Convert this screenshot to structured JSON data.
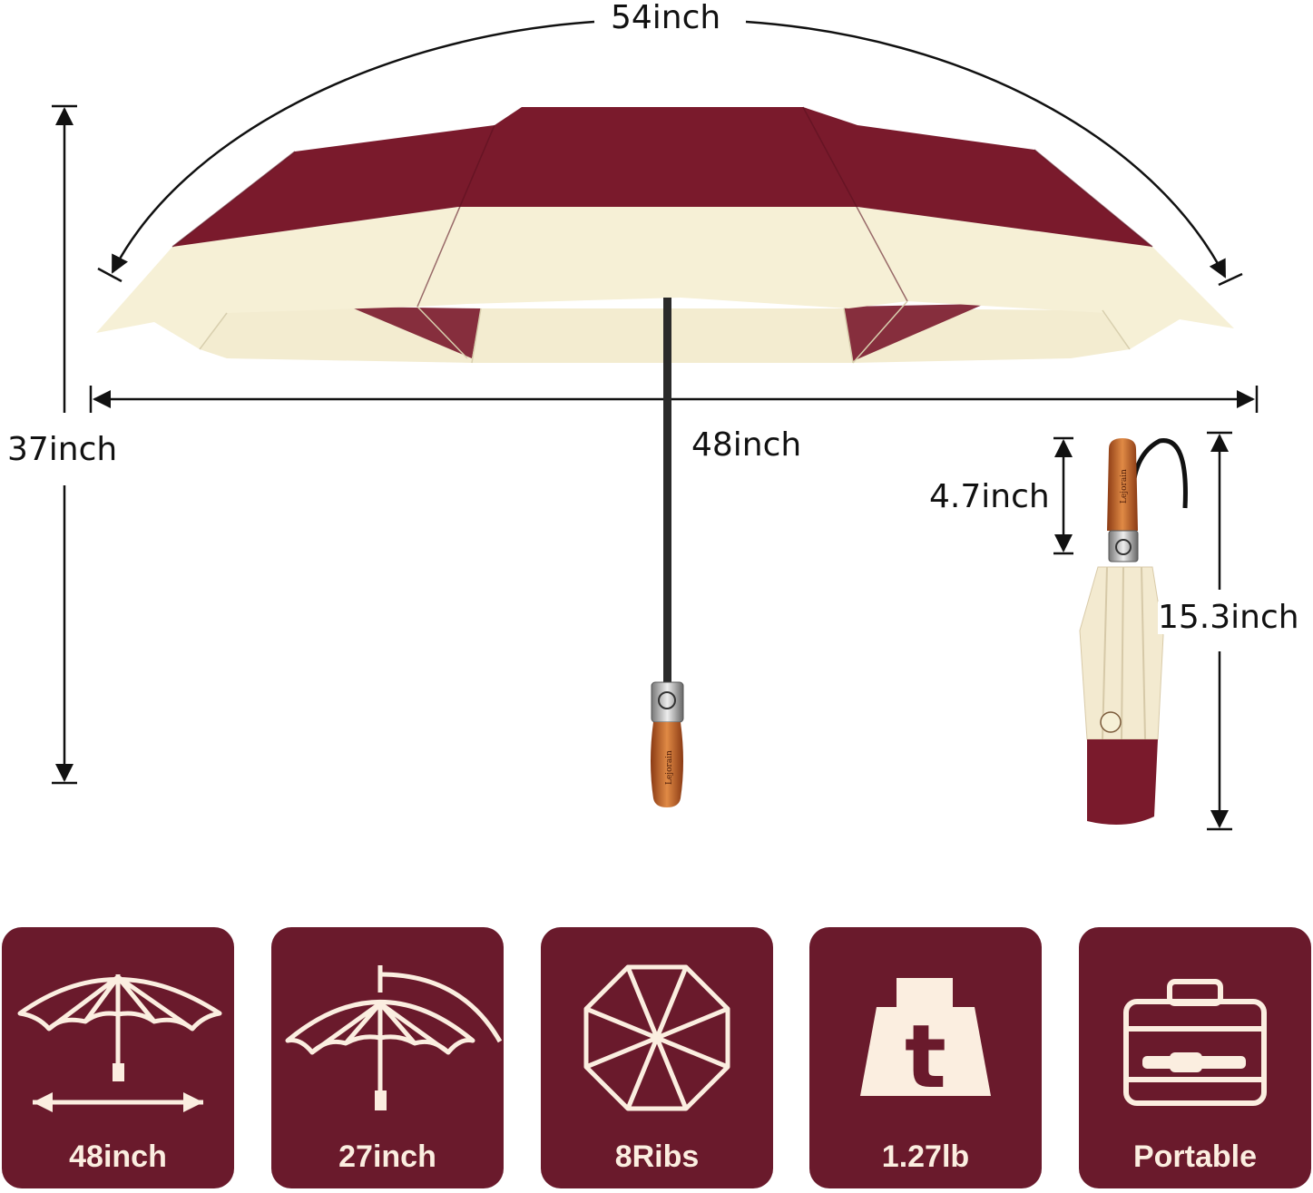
{
  "dimensions": {
    "arc_length": "54inch",
    "height": "37inch",
    "diameter": "48inch",
    "handle_length": "4.7inch",
    "folded_length": "15.3inch"
  },
  "brand": {
    "name": "Lejorain"
  },
  "features": [
    {
      "label": "48inch",
      "icon": "open-umbrella-span-icon"
    },
    {
      "label": "27inch",
      "icon": "umbrella-height-icon"
    },
    {
      "label": "8Ribs",
      "icon": "octagon-ribs-icon"
    },
    {
      "label": "1.27lb",
      "icon": "weight-icon"
    },
    {
      "label": "Portable",
      "icon": "briefcase-icon"
    }
  ],
  "colors": {
    "canopy_burgundy": "#7a1a2c",
    "canopy_cream": "#f6f0d6",
    "tile_background": "#6a1a2c",
    "icon_cream": "#fbeee0",
    "handle_wood": "#c8652a"
  }
}
